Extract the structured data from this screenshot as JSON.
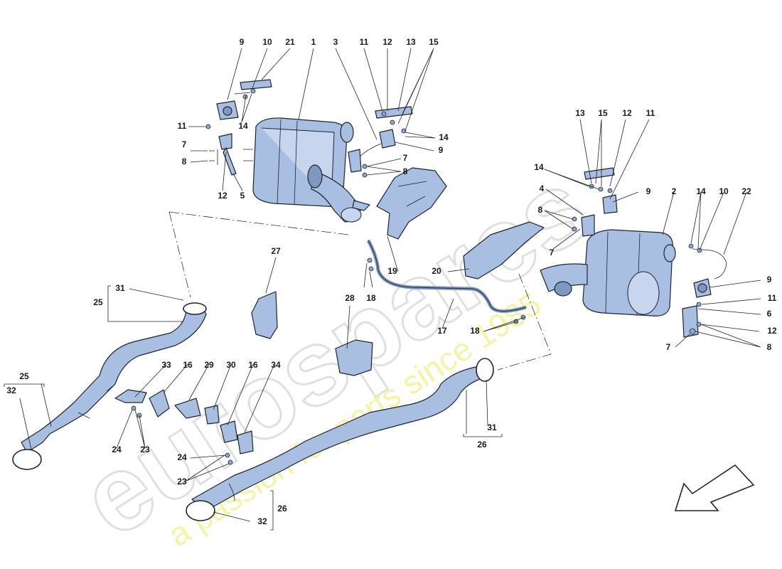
{
  "watermark": {
    "logo_text": "eurospares",
    "tagline": "a passion for parts since 1985"
  },
  "callouts": [
    {
      "key": "c9a",
      "text": "9"
    },
    {
      "key": "c10a",
      "text": "10"
    },
    {
      "key": "c21",
      "text": "21"
    },
    {
      "key": "c1",
      "text": "1"
    },
    {
      "key": "c3",
      "text": "3"
    },
    {
      "key": "c11a",
      "text": "11"
    },
    {
      "key": "c12a",
      "text": "12"
    },
    {
      "key": "c13a",
      "text": "13"
    },
    {
      "key": "c15a",
      "text": "15"
    },
    {
      "key": "c11b",
      "text": "11"
    },
    {
      "key": "c14a",
      "text": "14"
    },
    {
      "key": "c7a",
      "text": "7"
    },
    {
      "key": "c8a",
      "text": "8"
    },
    {
      "key": "c12b",
      "text": "12"
    },
    {
      "key": "c5",
      "text": "5"
    },
    {
      "key": "c14b",
      "text": "14"
    },
    {
      "key": "c9b",
      "text": "9"
    },
    {
      "key": "c7b",
      "text": "7"
    },
    {
      "key": "c8b",
      "text": "8"
    },
    {
      "key": "c13b",
      "text": "13"
    },
    {
      "key": "c15b",
      "text": "15"
    },
    {
      "key": "c12c",
      "text": "12"
    },
    {
      "key": "c11c",
      "text": "11"
    },
    {
      "key": "c14c",
      "text": "14"
    },
    {
      "key": "c4",
      "text": "4"
    },
    {
      "key": "c9c",
      "text": "9"
    },
    {
      "key": "c2",
      "text": "2"
    },
    {
      "key": "c14d",
      "text": "14"
    },
    {
      "key": "c10b",
      "text": "10"
    },
    {
      "key": "c22",
      "text": "22"
    },
    {
      "key": "c8c",
      "text": "8"
    },
    {
      "key": "c7c",
      "text": "7"
    },
    {
      "key": "c20",
      "text": "20"
    },
    {
      "key": "c19",
      "text": "19"
    },
    {
      "key": "c27",
      "text": "27"
    },
    {
      "key": "c18a",
      "text": "18"
    },
    {
      "key": "c9d",
      "text": "9"
    },
    {
      "key": "c11d",
      "text": "11"
    },
    {
      "key": "c6",
      "text": "6"
    },
    {
      "key": "c12d",
      "text": "12"
    },
    {
      "key": "c7d",
      "text": "7"
    },
    {
      "key": "c8d",
      "text": "8"
    },
    {
      "key": "c31a",
      "text": "31"
    },
    {
      "key": "c25a",
      "text": "25"
    },
    {
      "key": "c28",
      "text": "28"
    },
    {
      "key": "c17",
      "text": "17"
    },
    {
      "key": "c18b",
      "text": "18"
    },
    {
      "key": "c33",
      "text": "33"
    },
    {
      "key": "c16a",
      "text": "16"
    },
    {
      "key": "c29",
      "text": "29"
    },
    {
      "key": "c30",
      "text": "30"
    },
    {
      "key": "c16b",
      "text": "16"
    },
    {
      "key": "c34",
      "text": "34"
    },
    {
      "key": "c25b",
      "text": "25"
    },
    {
      "key": "c32a",
      "text": "32"
    },
    {
      "key": "c24a",
      "text": "24"
    },
    {
      "key": "c23a",
      "text": "23"
    },
    {
      "key": "c24b",
      "text": "24"
    },
    {
      "key": "c23b",
      "text": "23"
    },
    {
      "key": "c26a",
      "text": "26"
    },
    {
      "key": "c32b",
      "text": "32"
    },
    {
      "key": "c31b",
      "text": "31"
    },
    {
      "key": "c26b",
      "text": "26"
    }
  ]
}
